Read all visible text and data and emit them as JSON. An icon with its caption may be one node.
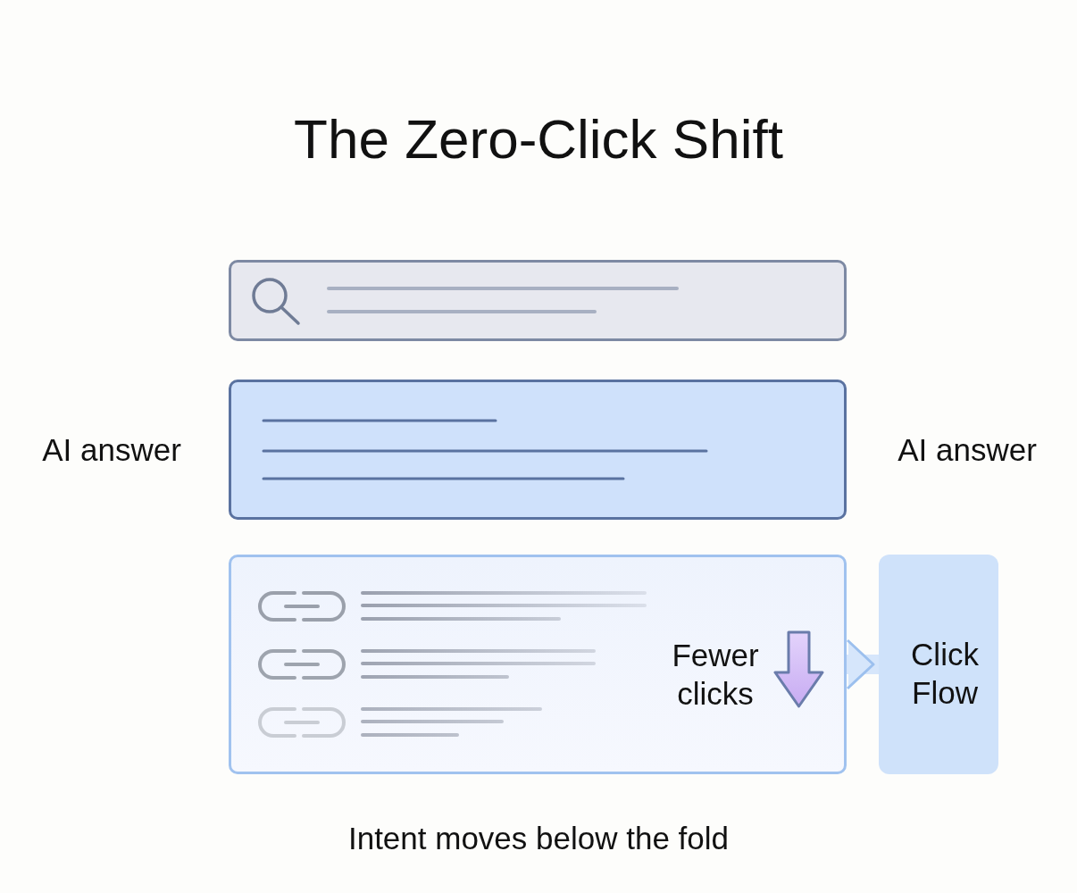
{
  "diagram": {
    "title": "The Zero-Click Shift",
    "caption": "Intent moves below the fold",
    "nodes": [
      {
        "text": [],
        "shape": "box"
      },
      {
        "text": [],
        "shape": "box",
        "beside": [
          "AI answer",
          "AI answer"
        ]
      },
      {
        "text": [
          "Fewer clicks"
        ]
      },
      {
        "text": [
          "Click Flow"
        ]
      }
    ],
    "edges": [
      {
        "from": 2,
        "to": 3,
        "arrow": "to"
      }
    ]
  }
}
